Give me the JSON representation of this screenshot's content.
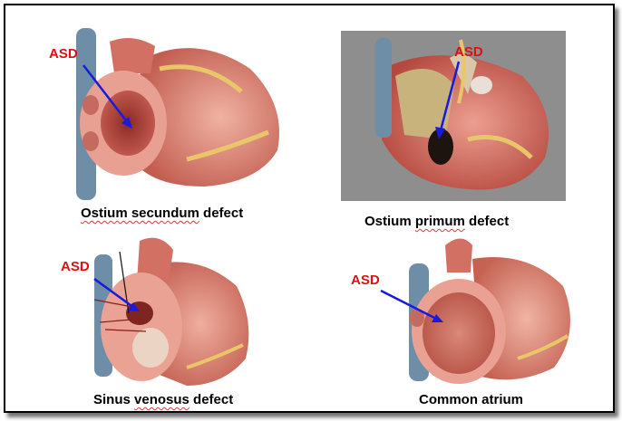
{
  "colors": {
    "label_red": "#e01010",
    "arrow_blue": "#1a1adc",
    "panel_gray": "#8e8e8e",
    "heart_red": "#c96a5e",
    "heart_pink": "#e9a293",
    "fat_yellow": "#e9c66a",
    "vessel_blue": "#6e8ea8"
  },
  "panels": [
    {
      "label": "ASD",
      "caption_pre": "",
      "caption_squiggle": "Ostium secundum",
      "caption_post": " defect"
    },
    {
      "label": "ASD",
      "caption_pre": "Ostium ",
      "caption_squiggle": "primum",
      "caption_post": " defect"
    },
    {
      "label": "ASD",
      "caption_pre": "Sinus ",
      "caption_squiggle": "venosus",
      "caption_post": " defect"
    },
    {
      "label": "ASD",
      "caption_pre": "Common atrium",
      "caption_squiggle": "",
      "caption_post": ""
    }
  ]
}
